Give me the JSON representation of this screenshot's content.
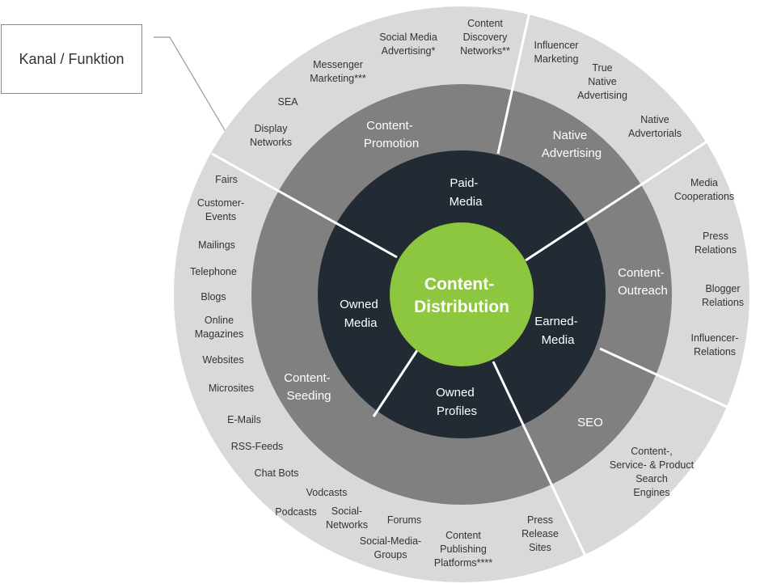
{
  "legend": {
    "label": "Kanal / Funktion"
  },
  "center": {
    "line1": "Content-",
    "line2": "Distribution"
  },
  "inner_ring": {
    "paid": {
      "line1": "Paid-",
      "line2": "Media"
    },
    "owned_media": {
      "line1": "Owned",
      "line2": "Media"
    },
    "earned": {
      "line1": "Earned-",
      "line2": "Media"
    },
    "owned_profiles": {
      "line1": "Owned",
      "line2": "Profiles"
    }
  },
  "middle_ring": {
    "content_promotion": {
      "line1": "Content-",
      "line2": "Promotion"
    },
    "native_advertising": {
      "line1": "Native",
      "line2": "Advertising"
    },
    "content_outreach": {
      "line1": "Content-",
      "line2": "Outreach"
    },
    "seo": {
      "line1": "SEO"
    },
    "content_seeding": {
      "line1": "Content-",
      "line2": "Seeding"
    }
  },
  "outer_ring": {
    "social_media_advertising": [
      "Social Media",
      "Advertising*"
    ],
    "content_discovery_networks": [
      "Content",
      "Discovery",
      "Networks**"
    ],
    "messenger_marketing": [
      "Messenger",
      "Marketing***"
    ],
    "sea": [
      "SEA"
    ],
    "display_networks": [
      "Display",
      "Networks"
    ],
    "influencer_marketing": [
      "Influencer",
      "Marketing"
    ],
    "true_native_advertising": [
      "True",
      "Native",
      "Advertising"
    ],
    "native_advertorials": [
      "Native",
      "Advertorials"
    ],
    "media_cooperations": [
      "Media",
      "Cooperations"
    ],
    "press_relations": [
      "Press",
      "Relations"
    ],
    "blogger_relations": [
      "Blogger",
      "Relations"
    ],
    "influencer_relations": [
      "Influencer-",
      "Relations"
    ],
    "search_engines": [
      "Content-,",
      "Service- & Product",
      "Search",
      "Engines"
    ],
    "press_release_sites": [
      "Press",
      "Release",
      "Sites"
    ],
    "content_publishing_platforms": [
      "Content",
      "Publishing",
      "Platforms****"
    ],
    "social_media_groups": [
      "Social-Media-",
      "Groups"
    ],
    "forums": [
      "Forums"
    ],
    "social_networks": [
      "Social-",
      "Networks"
    ],
    "podcasts": [
      "Podcasts"
    ],
    "vodcasts": [
      "Vodcasts"
    ],
    "chat_bots": [
      "Chat Bots"
    ],
    "rss_feeds": [
      "RSS-Feeds"
    ],
    "e_mails": [
      "E-Mails"
    ],
    "microsites": [
      "Microsites"
    ],
    "websites": [
      "Websites"
    ],
    "online_magazines": [
      "Online",
      "Magazines"
    ],
    "blogs": [
      "Blogs"
    ],
    "telephone": [
      "Telephone"
    ],
    "mailings": [
      "Mailings"
    ],
    "customer_events": [
      "Customer-",
      "Events"
    ],
    "fairs": [
      "Fairs"
    ]
  },
  "colors": {
    "outer_ring": "#d9d9d9",
    "middle_ring": "#808080",
    "inner_ring": "#222b33",
    "center": "#8dc63f",
    "dividers": "#ffffff",
    "connector": "#999999"
  }
}
